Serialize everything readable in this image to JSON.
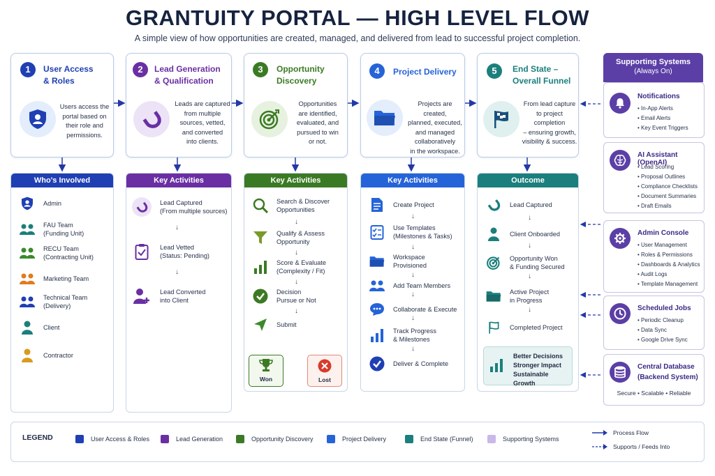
{
  "title": "GRANTUITY PORTAL — HIGH LEVEL FLOW",
  "subtitle": "A simple view of how opportunities are created, managed, and delivered from lead to successful project completion.",
  "colors": {
    "blue": "#1f3fb3",
    "purple": "#6a2fa3",
    "green": "#3b7a24",
    "lightblue": "#2563d8",
    "teal": "#1b7f7d",
    "lavender": "#c9b8e8",
    "supporting_header": "#5b3fa6"
  },
  "stages": [
    {
      "num": "1",
      "title_l1": "User Access",
      "title_l2": "& Roles",
      "desc": [
        "Users access the",
        "portal based on",
        "their role and",
        "permissions."
      ],
      "icon": "shield-user-icon"
    },
    {
      "num": "2",
      "title_l1": "Lead Generation",
      "title_l2": "& Qualification",
      "desc": [
        "Leads are captured",
        "from multiple",
        "sources, vetted,",
        "and converted",
        "into clients."
      ],
      "icon": "magnet-icon"
    },
    {
      "num": "3",
      "title_l1": "Opportunity",
      "title_l2": "Discovery",
      "desc": [
        "Opportunities",
        "are identified,",
        "evaluated, and",
        "pursued to win",
        "or not."
      ],
      "icon": "target-icon"
    },
    {
      "num": "4",
      "title_l1": "Project Delivery",
      "title_l2": "",
      "desc": [
        "Projects are created,",
        "planned, executed,",
        "and managed",
        "collaboratively",
        "in the workspace."
      ],
      "icon": "folder-icon"
    },
    {
      "num": "5",
      "title_l1": "End State –",
      "title_l2": "Overall Funnel",
      "desc": [
        "From lead capture",
        "to project completion",
        "– ensuring growth,",
        "visibility & success."
      ],
      "icon": "flag-icon"
    }
  ],
  "panel1": {
    "header": "Who's Involved",
    "items": [
      {
        "l1": "Admin",
        "l2": ""
      },
      {
        "l1": "FAU Team",
        "l2": "(Funding Unit)"
      },
      {
        "l1": "RECU Team",
        "l2": "(Contracting Unit)"
      },
      {
        "l1": "Marketing Team",
        "l2": ""
      },
      {
        "l1": "Technical Team",
        "l2": "(Delivery)"
      },
      {
        "l1": "Client",
        "l2": ""
      },
      {
        "l1": "Contractor",
        "l2": ""
      }
    ]
  },
  "panel2": {
    "header": "Key Activities",
    "items": [
      {
        "l1": "Lead Captured",
        "l2": "(From multiple sources)"
      },
      {
        "l1": "Lead Vetted",
        "l2": "(Status: Pending)"
      },
      {
        "l1": "Lead Converted",
        "l2": "into Client"
      }
    ]
  },
  "panel3": {
    "header": "Key Activities",
    "items": [
      {
        "l1": "Search & Discover",
        "l2": "Opportunities"
      },
      {
        "l1": "Qualify & Assess",
        "l2": "Opportunity"
      },
      {
        "l1": "Score & Evaluate",
        "l2": "(Complexity / Fit)"
      },
      {
        "l1": "Decision",
        "l2": "Pursue or Not"
      },
      {
        "l1": "Submit",
        "l2": ""
      }
    ],
    "won": "Won",
    "lost": "Lost"
  },
  "panel4": {
    "header": "Key Activities",
    "items": [
      {
        "l1": "Create Project",
        "l2": ""
      },
      {
        "l1": "Use Templates",
        "l2": "(Milestones & Tasks)"
      },
      {
        "l1": "Workspace",
        "l2": "Provisioned"
      },
      {
        "l1": "Add Team Members",
        "l2": ""
      },
      {
        "l1": "Collaborate & Execute",
        "l2": ""
      },
      {
        "l1": "Track Progress",
        "l2": "& Milestones"
      },
      {
        "l1": "Deliver & Complete",
        "l2": ""
      }
    ]
  },
  "panel5": {
    "header": "Outcome",
    "items": [
      {
        "l1": "Lead Captured",
        "l2": ""
      },
      {
        "l1": "Client Onboarded",
        "l2": ""
      },
      {
        "l1": "Opportunity Won",
        "l2": "& Funding Secured"
      },
      {
        "l1": "Active Project",
        "l2": "in Progress"
      },
      {
        "l1": "Completed Project",
        "l2": ""
      }
    ],
    "result": [
      "Better Decisions",
      "Stronger Impact",
      "Sustainable Growth"
    ]
  },
  "supporting": {
    "header_l1": "Supporting Systems",
    "header_l2": "(Always On)",
    "systems": [
      {
        "title": "Notifications",
        "items": [
          "In-App Alerts",
          "Email Alerts",
          "Key Event Triggers"
        ],
        "icon": "bell-icon"
      },
      {
        "title": "AI Assistant (OpenAI)",
        "items": [
          "Lead Scoring",
          "Proposal Outlines",
          "Compliance Checklists",
          "Document Summaries",
          "Draft Emails"
        ],
        "icon": "brain-icon"
      },
      {
        "title": "Admin Console",
        "items": [
          "User Management",
          "Roles & Permissions",
          "Dashboards & Analytics",
          "Audit Logs",
          "Template Management"
        ],
        "icon": "gear-icon"
      },
      {
        "title": "Scheduled Jobs",
        "items": [
          "Periodic Cleanup",
          "Data Sync",
          "Google Drive Sync"
        ],
        "icon": "clock-icon"
      },
      {
        "title_l1": "Central Database",
        "title_l2": "(Backend System)",
        "footer": "Secure • Scalable • Reliable",
        "icon": "database-icon"
      }
    ]
  },
  "legend": {
    "label": "LEGEND",
    "items": [
      {
        "label": "User Access & Roles",
        "color": "#1f3fb3"
      },
      {
        "label": "Lead Generation",
        "color": "#6a2fa3"
      },
      {
        "label": "Opportunity Discovery",
        "color": "#3b7a24"
      },
      {
        "label": "Project Delivery",
        "color": "#2563d8"
      },
      {
        "label": "End State (Funnel)",
        "color": "#1b7f7d"
      },
      {
        "label": "Supporting Systems",
        "color": "#c9b8e8"
      }
    ],
    "process_flow": "Process Flow",
    "supports": "Supports / Feeds Into"
  }
}
